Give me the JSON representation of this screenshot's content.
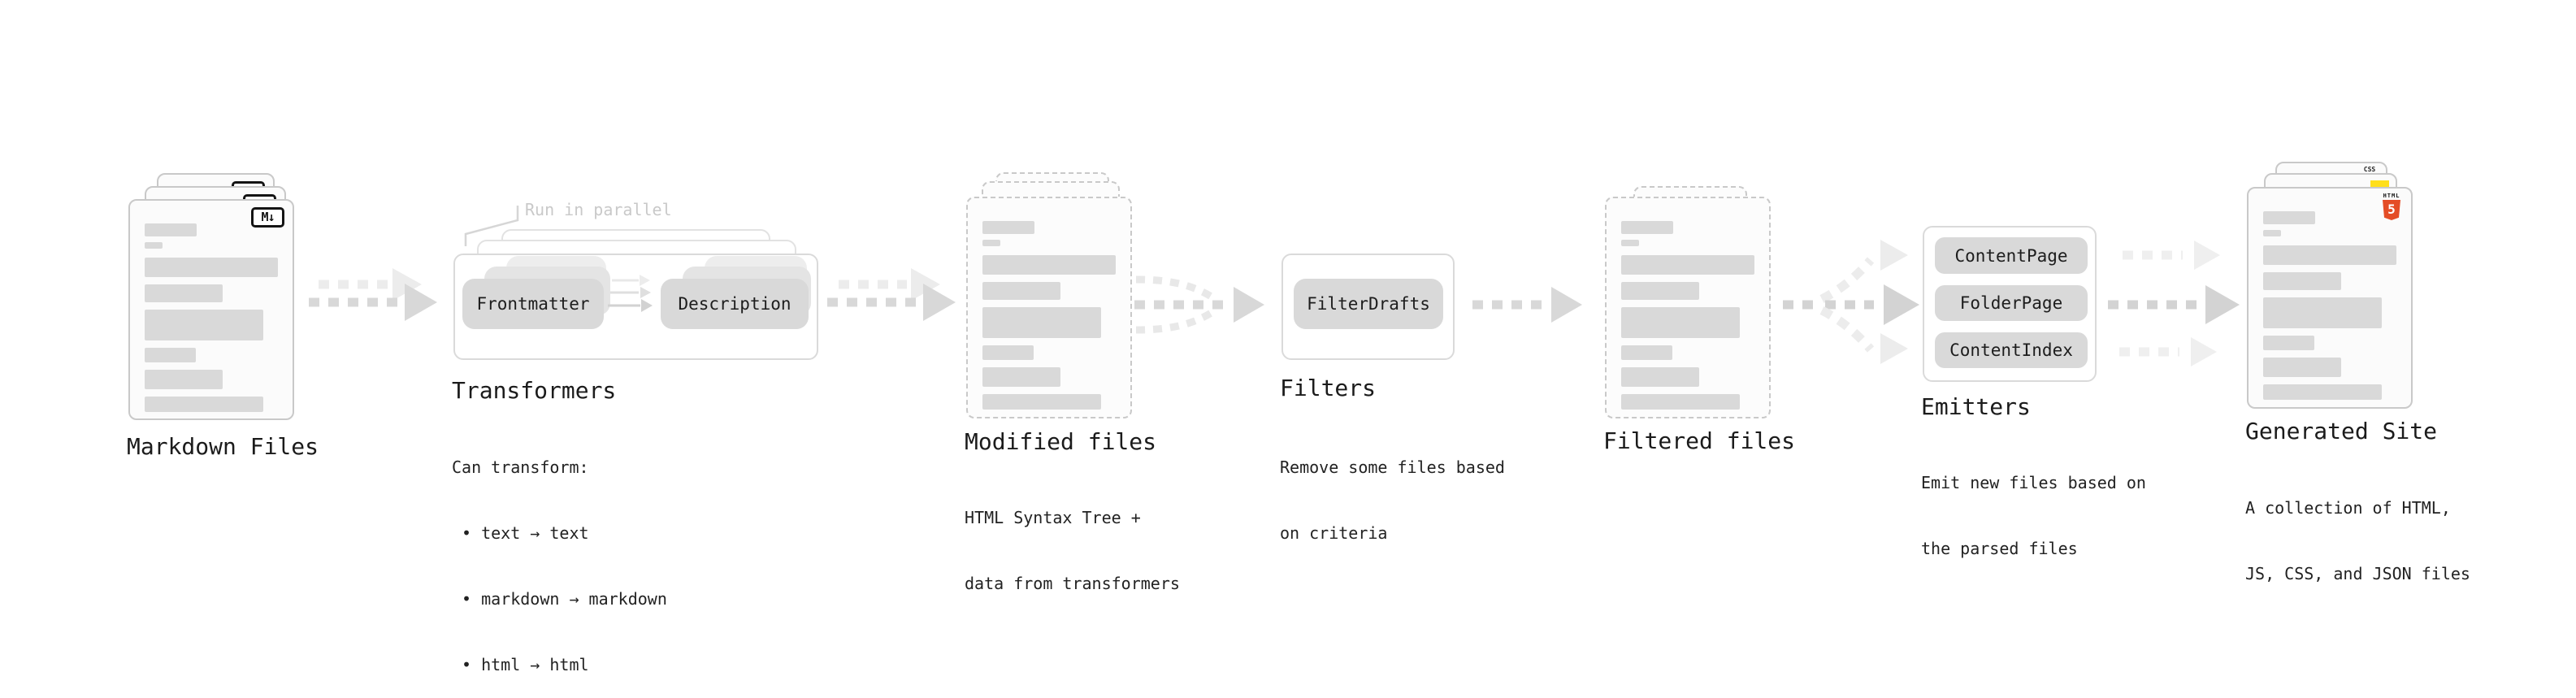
{
  "diagram": {
    "annotation": {
      "run_in_parallel": "Run in parallel"
    },
    "markdown_files": {
      "title": "Markdown Files",
      "badge": "M↓"
    },
    "transformers": {
      "title": "Transformers",
      "box_left": "Frontmatter",
      "box_right": "Description",
      "body": [
        "Can transform:",
        "• text → text",
        "• markdown → markdown",
        "• html → html"
      ]
    },
    "modified_files": {
      "title": "Modified files",
      "body": [
        "HTML Syntax Tree +",
        "data from transformers"
      ]
    },
    "filters": {
      "title": "Filters",
      "box": "FilterDrafts",
      "body": [
        "Remove some files based",
        "on criteria"
      ]
    },
    "filtered_files": {
      "title": "Filtered files"
    },
    "emitters": {
      "title": "Emitters",
      "boxes": [
        "ContentPage",
        "FolderPage",
        "ContentIndex"
      ],
      "body": [
        "Emit new files based on",
        "the parsed files"
      ]
    },
    "generated_site": {
      "title": "Generated Site",
      "html5_label": "HTML",
      "html5_number": "5",
      "css_label": "CSS",
      "body": [
        "A collection of HTML,",
        "JS, CSS, and JSON files"
      ]
    },
    "colors": {
      "html5_orange": "#e44d26",
      "css_blue": "#2b63f6",
      "js_yellow": "#ffdf1b",
      "arrow_gray": "#d8d8d8",
      "placeholder_gray": "#d9d9d9"
    }
  }
}
